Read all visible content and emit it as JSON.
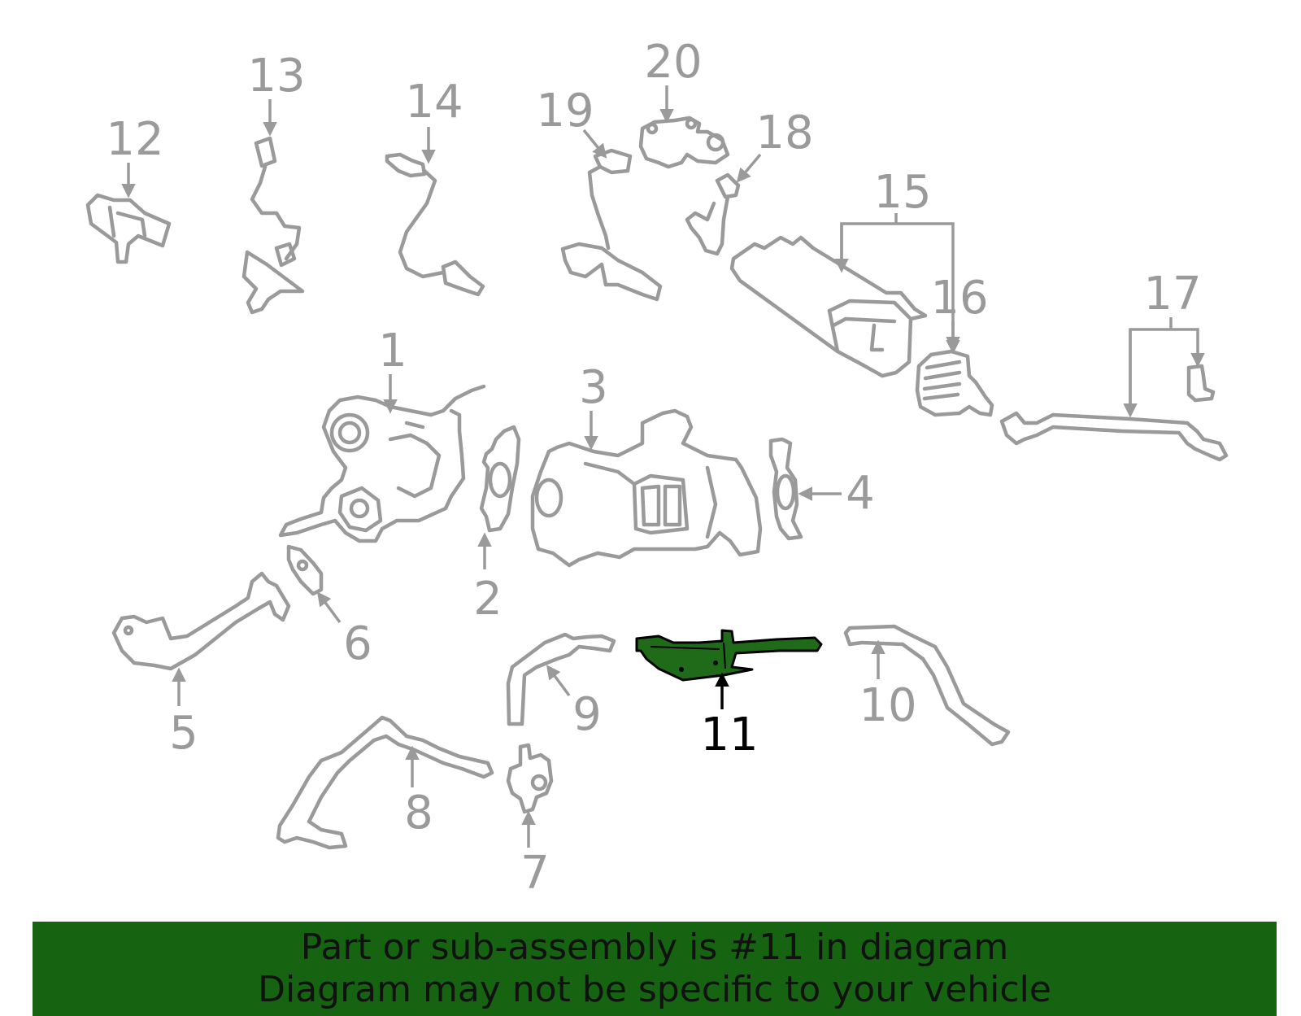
{
  "callouts": [
    {
      "id": "1",
      "label": "1"
    },
    {
      "id": "2",
      "label": "2"
    },
    {
      "id": "3",
      "label": "3"
    },
    {
      "id": "4",
      "label": "4"
    },
    {
      "id": "5",
      "label": "5"
    },
    {
      "id": "6",
      "label": "6"
    },
    {
      "id": "7",
      "label": "7"
    },
    {
      "id": "8",
      "label": "8"
    },
    {
      "id": "9",
      "label": "9"
    },
    {
      "id": "10",
      "label": "10"
    },
    {
      "id": "11",
      "label": "11"
    },
    {
      "id": "12",
      "label": "12"
    },
    {
      "id": "13",
      "label": "13"
    },
    {
      "id": "14",
      "label": "14"
    },
    {
      "id": "15",
      "label": "15"
    },
    {
      "id": "16",
      "label": "16"
    },
    {
      "id": "17",
      "label": "17"
    },
    {
      "id": "18",
      "label": "18"
    },
    {
      "id": "19",
      "label": "19"
    },
    {
      "id": "20",
      "label": "20"
    }
  ],
  "highlighted_part": "11",
  "colors": {
    "highlight_fill": "#1f6b1a",
    "banner_background": "#166412",
    "line_art": "#9a9a9a"
  },
  "banner": {
    "line1": "Part or sub-assembly is #11 in diagram",
    "line2": "Diagram may not be specific to your vehicle"
  }
}
